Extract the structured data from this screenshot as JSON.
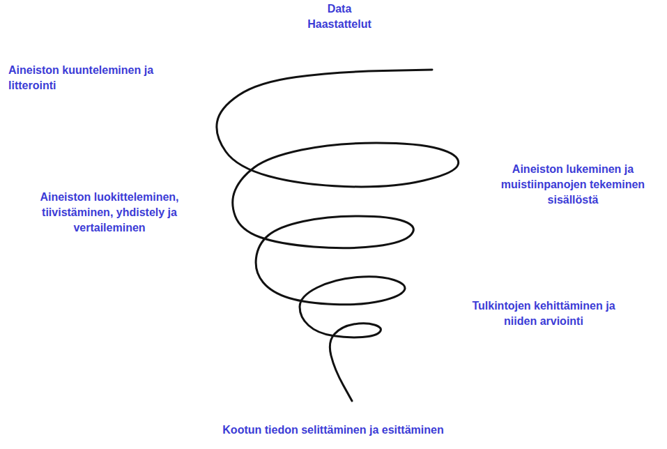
{
  "diagram": {
    "labels": [
      "Data",
      "Haastattelut",
      "Aineiston kuunteleminen ja litterointi",
      "Aineiston lukeminen ja muistiinpanojen tekeminen sisällöstä",
      "Aineiston luokitteleminen, tiivistäminen, yhdistely ja vertaileminen",
      "Tulkintojen kehittäminen ja niiden arviointi",
      "Kootun tiedon selittäminen ja esittäminen"
    ]
  }
}
